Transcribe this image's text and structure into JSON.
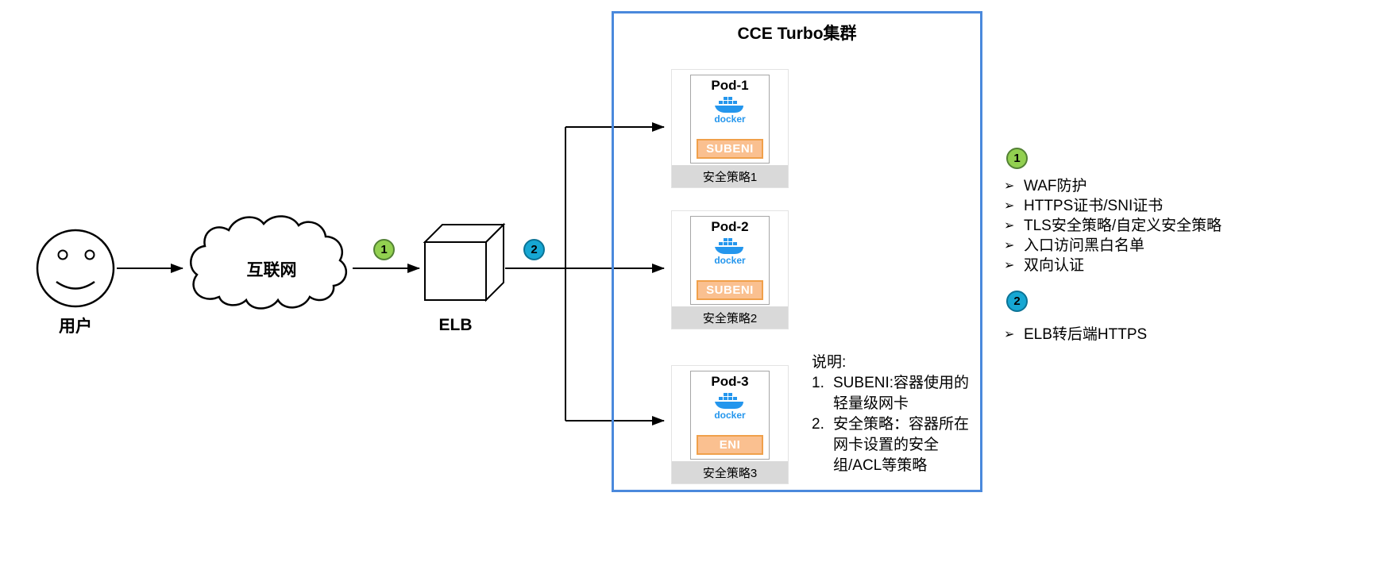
{
  "cluster": {
    "title": "CCE Turbo集群"
  },
  "nodes": {
    "user_label": "用户",
    "internet_label": "互联网",
    "elb_label": "ELB"
  },
  "badges": {
    "step1": "1",
    "step2": "2"
  },
  "docker_label": "docker",
  "pods": [
    {
      "name": "Pod-1",
      "nic": "SUBENI",
      "policy": "安全策略1"
    },
    {
      "name": "Pod-2",
      "nic": "SUBENI",
      "policy": "安全策略2"
    },
    {
      "name": "Pod-3",
      "nic": "ENI",
      "policy": "安全策略3"
    }
  ],
  "notes": {
    "title": "说明:",
    "items": [
      {
        "num": "1.",
        "text": "SUBENI:容器使用的轻量级网卡"
      },
      {
        "num": "2.",
        "text": "安全策略：容器所在网卡设置的安全组/ACL等策略"
      }
    ]
  },
  "legend": {
    "bullet": "➢",
    "groups": [
      {
        "badge": "1",
        "items": [
          "WAF防护",
          "HTTPS证书/SNI证书",
          "TLS安全策略/自定义安全策略",
          "入口访问黑白名单",
          "双向认证"
        ]
      },
      {
        "badge": "2",
        "items": [
          "ELB转后端HTTPS"
        ]
      }
    ]
  },
  "colors": {
    "cluster_border": "#4A89DC",
    "step1_badge": "#92D050",
    "step2_badge": "#16A7D3",
    "nic_badge_bg": "#FAC090",
    "nic_badge_border": "#F0A04B",
    "policy_strip_bg": "#D9D9D9",
    "docker_blue": "#2496ED"
  }
}
